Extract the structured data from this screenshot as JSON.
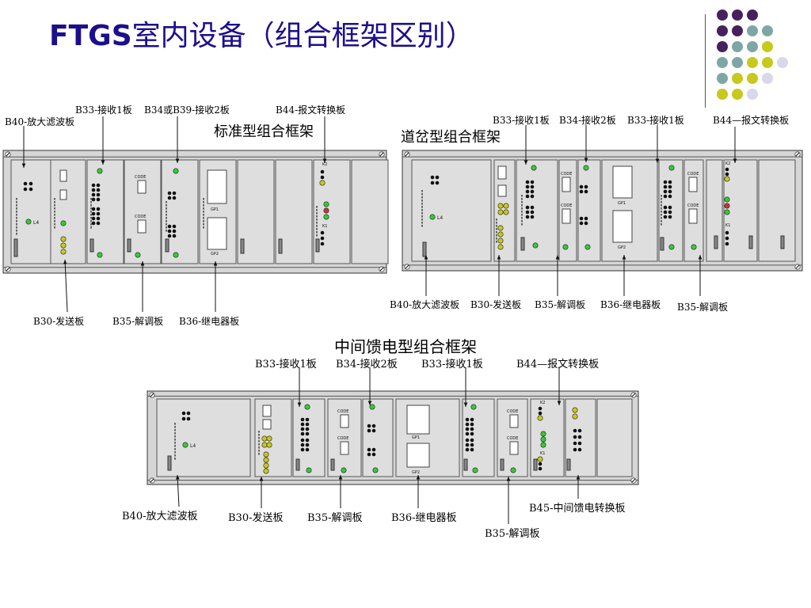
{
  "title": {
    "prefix": "FTGS",
    "rest": "室内设备（组合框架区别）"
  },
  "palette": {
    "purple": "#47205e",
    "teal": "#7fa6a6",
    "lime": "#c8c81e",
    "lavender": "#d8d8ea",
    "frame": "#d6d6d6",
    "panel": "#dedede",
    "led": "#33cc33"
  },
  "sections": {
    "standard": "标准型组合框架",
    "turnout": "道岔型组合框架",
    "middle": "中间馈电型组合框架"
  },
  "standard_labels": {
    "b33": "B33-接收1板",
    "b34": "B34或B39-接收2板",
    "b44": "B44-报文转换板",
    "b40": "B40-放大滤波板",
    "b30": "B30-发送板",
    "b35": "B35-解调板",
    "b36": "B36-继电器板"
  },
  "turnout_labels": {
    "b33a": "B33-接收1板",
    "b34": "B34-接收2板",
    "b33b": "B33-接收1板",
    "b44": "B44—报文转换板",
    "b40": "B40-放大滤波板",
    "b30": "B30-发送板",
    "b35a": "B35-解调板",
    "b36": "B36-继电器板",
    "b35b": "B35-解调板"
  },
  "middle_labels": {
    "b33a": "B33-接收1板",
    "b34": "B34-接收2板",
    "b33b": "B33-接收1板",
    "b44": "B44—报文转换板",
    "b40": "B40-放大滤波板",
    "b30": "B30-发送板",
    "b35a": "B35-解调板",
    "b36": "B36-继电器板",
    "b45": "B45-中间馈电转换板",
    "b35b": "B35-解调板"
  },
  "board_text": {
    "l4": "L4",
    "code": "CODE",
    "gp1": "GP1",
    "gp2": "GP2",
    "k1": "K1",
    "k2": "K2"
  }
}
